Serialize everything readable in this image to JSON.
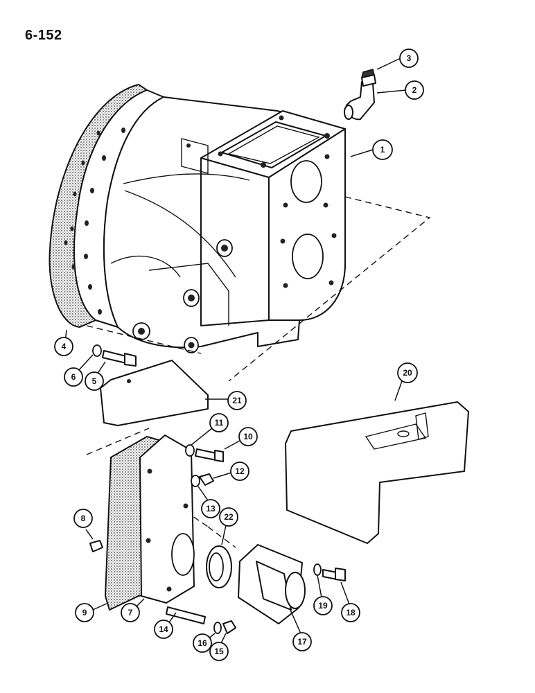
{
  "page_number": "6-152",
  "callouts": [
    {
      "n": "1"
    },
    {
      "n": "2"
    },
    {
      "n": "3"
    },
    {
      "n": "4"
    },
    {
      "n": "5"
    },
    {
      "n": "6"
    },
    {
      "n": "7"
    },
    {
      "n": "8"
    },
    {
      "n": "9"
    },
    {
      "n": "10"
    },
    {
      "n": "11"
    },
    {
      "n": "12"
    },
    {
      "n": "13"
    },
    {
      "n": "14"
    },
    {
      "n": "15"
    },
    {
      "n": "16"
    },
    {
      "n": "17"
    },
    {
      "n": "18"
    },
    {
      "n": "19"
    },
    {
      "n": "20"
    },
    {
      "n": "21"
    },
    {
      "n": "22"
    }
  ]
}
